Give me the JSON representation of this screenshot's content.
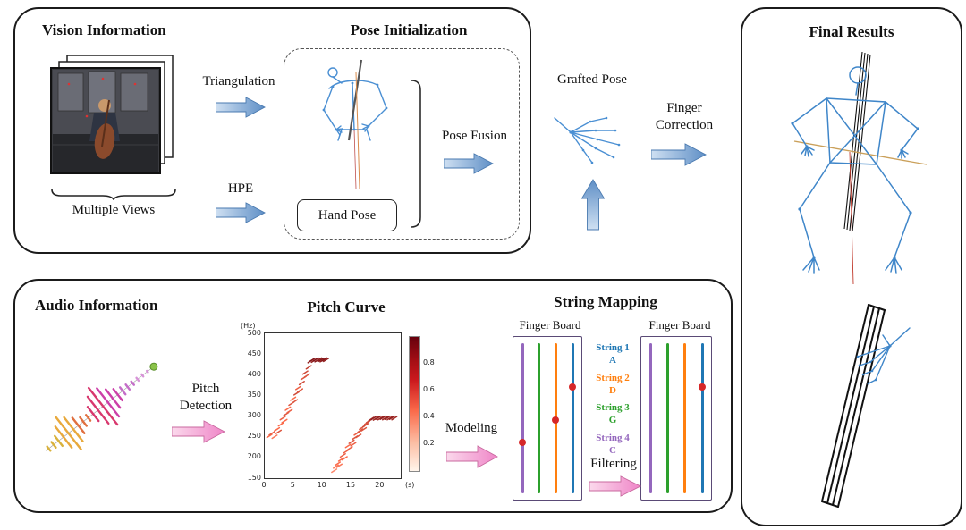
{
  "colors": {
    "blue_arrow_light": "#cfe0f2",
    "blue_arrow_dark": "#5f8fc6",
    "pink_arrow_light": "#fbd9ec",
    "pink_arrow_dark": "#ef86c8",
    "skeleton_blue": "#3f86c9",
    "red_marker": "#d62728",
    "bow_orange": "#caa05a"
  },
  "vision": {
    "title": "Vision Information",
    "triangulation_label": "Triangulation",
    "hpe_label": "HPE",
    "multiple_views_label": "Multiple Views"
  },
  "pose_init": {
    "title": "Pose Initialization",
    "hand_pose_label": "Hand Pose",
    "pose_fusion_label": "Pose Fusion"
  },
  "grafted_pose": {
    "label": "Grafted Pose"
  },
  "finger_correction": {
    "label": "Finger Correction"
  },
  "final_results": {
    "title": "Final Results"
  },
  "audio": {
    "title": "Audio Information",
    "pitch_detection_label": "Pitch Detection",
    "modeling_label": "Modeling"
  },
  "pitch_curve": {
    "title": "Pitch Curve",
    "y_unit": "(Hz)",
    "x_unit": "(s)",
    "y_ticks": [
      150,
      200,
      250,
      300,
      350,
      400,
      450,
      500
    ],
    "x_ticks": [
      0,
      5,
      10,
      15,
      20
    ],
    "y_range": [
      150,
      500
    ],
    "x_range": [
      0,
      23.5
    ],
    "colorbar_ticks": [
      0.2,
      0.4,
      0.6,
      0.8
    ],
    "points": [
      [
        0.8,
        252,
        0.5
      ],
      [
        1.2,
        258,
        0.55
      ],
      [
        1.7,
        250,
        0.45
      ],
      [
        2.1,
        268,
        0.5
      ],
      [
        2.4,
        262,
        0.6
      ],
      [
        2.8,
        280,
        0.5
      ],
      [
        3.1,
        295,
        0.55
      ],
      [
        3.4,
        288,
        0.5
      ],
      [
        3.7,
        305,
        0.6
      ],
      [
        4.0,
        318,
        0.5
      ],
      [
        4.3,
        312,
        0.55
      ],
      [
        4.6,
        330,
        0.6
      ],
      [
        4.9,
        342,
        0.5
      ],
      [
        5.2,
        336,
        0.6
      ],
      [
        5.5,
        355,
        0.65
      ],
      [
        5.8,
        368,
        0.55
      ],
      [
        6.1,
        362,
        0.6
      ],
      [
        6.4,
        380,
        0.65
      ],
      [
        6.7,
        392,
        0.6
      ],
      [
        7.0,
        405,
        0.65
      ],
      [
        7.3,
        398,
        0.6
      ],
      [
        7.6,
        418,
        0.7
      ],
      [
        7.9,
        433,
        0.85
      ],
      [
        8.2,
        436,
        0.9
      ],
      [
        8.5,
        434,
        0.85
      ],
      [
        8.8,
        437,
        0.9
      ],
      [
        9.1,
        435,
        0.9
      ],
      [
        9.4,
        437,
        0.85
      ],
      [
        9.7,
        436,
        0.9
      ],
      [
        10.0,
        435,
        0.85
      ],
      [
        10.3,
        437,
        0.9
      ],
      [
        10.6,
        436,
        0.85
      ],
      [
        12.0,
        168,
        0.4
      ],
      [
        12.3,
        178,
        0.45
      ],
      [
        12.6,
        185,
        0.5
      ],
      [
        12.9,
        180,
        0.45
      ],
      [
        13.2,
        195,
        0.5
      ],
      [
        13.5,
        205,
        0.55
      ],
      [
        13.8,
        198,
        0.5
      ],
      [
        14.1,
        215,
        0.55
      ],
      [
        14.4,
        228,
        0.5
      ],
      [
        14.7,
        222,
        0.55
      ],
      [
        15.0,
        238,
        0.6
      ],
      [
        15.3,
        232,
        0.55
      ],
      [
        15.6,
        248,
        0.6
      ],
      [
        15.9,
        258,
        0.55
      ],
      [
        16.2,
        252,
        0.6
      ],
      [
        16.5,
        265,
        0.6
      ],
      [
        16.8,
        272,
        0.6
      ],
      [
        17.1,
        268,
        0.6
      ],
      [
        17.4,
        278,
        0.65
      ],
      [
        17.7,
        284,
        0.6
      ],
      [
        18.0,
        288,
        0.65
      ],
      [
        18.4,
        293,
        0.8
      ],
      [
        18.8,
        295,
        0.85
      ],
      [
        19.2,
        294,
        0.8
      ],
      [
        19.6,
        296,
        0.85
      ],
      [
        20.0,
        295,
        0.8
      ],
      [
        20.4,
        296,
        0.85
      ],
      [
        20.8,
        295,
        0.8
      ],
      [
        21.2,
        296,
        0.85
      ],
      [
        21.6,
        295,
        0.8
      ],
      [
        22.0,
        296,
        0.85
      ],
      [
        22.4,
        295,
        0.8
      ]
    ]
  },
  "string_mapping": {
    "title": "String Mapping",
    "fingerboard_label": "Finger Board",
    "filtering_label": "Filtering",
    "board_line_colors": [
      "#9467bd",
      "#2ca02c",
      "#ff7f0e",
      "#1f77b4"
    ],
    "strings": [
      {
        "name": "String 1",
        "note": "A",
        "color": "#1f77b4"
      },
      {
        "name": "String 2",
        "note": "D",
        "color": "#ff7f0e"
      },
      {
        "name": "String 3",
        "note": "G",
        "color": "#2ca02c"
      },
      {
        "name": "String 4",
        "note": "C",
        "color": "#9467bd"
      }
    ],
    "left_dots": [
      {
        "line": 0,
        "frac": 0.66
      },
      {
        "line": 2,
        "frac": 0.51
      },
      {
        "line": 3,
        "frac": 0.29
      }
    ],
    "right_dots": [
      {
        "line": 3,
        "frac": 0.29
      }
    ]
  }
}
